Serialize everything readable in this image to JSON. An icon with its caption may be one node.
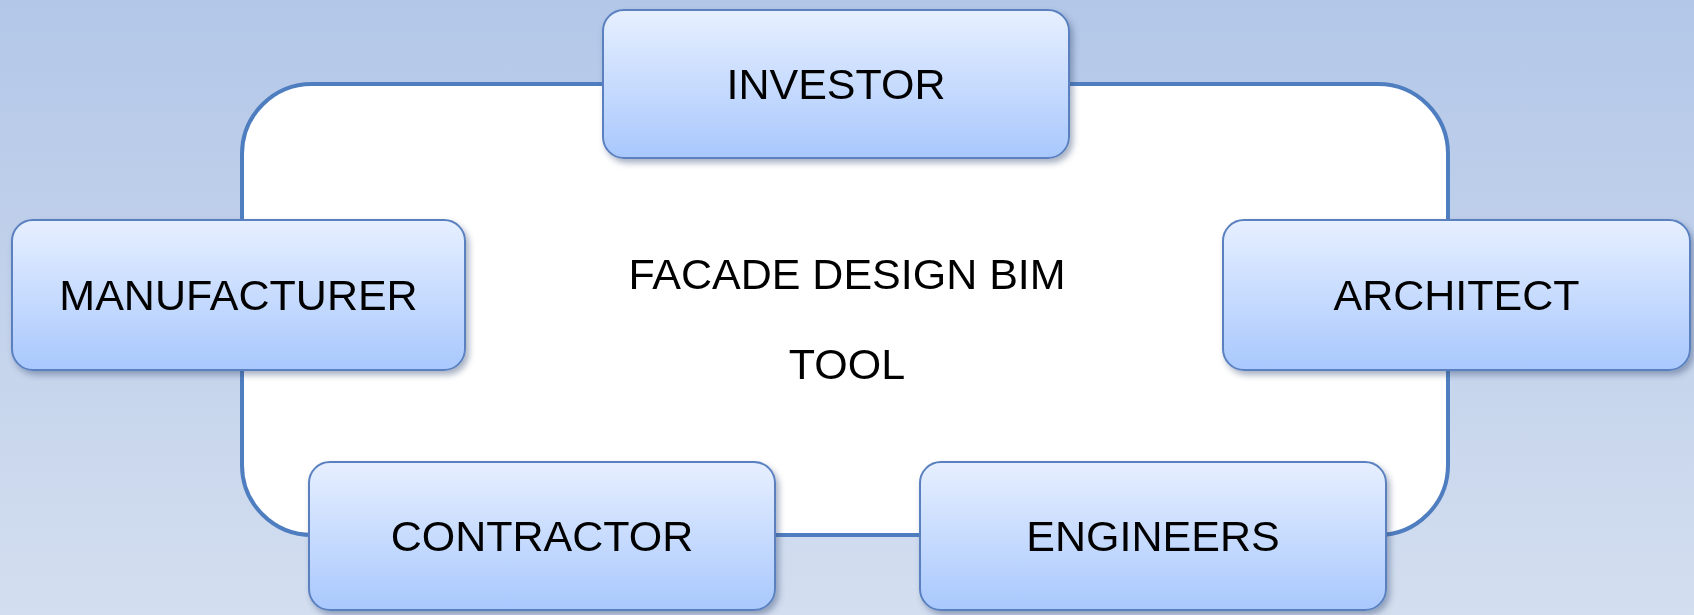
{
  "diagram": {
    "nodes": [
      {
        "text": [
          "INVESTOR"
        ]
      },
      {
        "text": [
          "FACADE DESIGN BIM TOOL"
        ]
      },
      {
        "text": [
          "MANUFACTURER"
        ]
      },
      {
        "text": [
          "ARCHITECT"
        ]
      },
      {
        "text": [
          "CONTRACTOR"
        ]
      },
      {
        "text": [
          "ENGINEERS"
        ]
      }
    ]
  }
}
